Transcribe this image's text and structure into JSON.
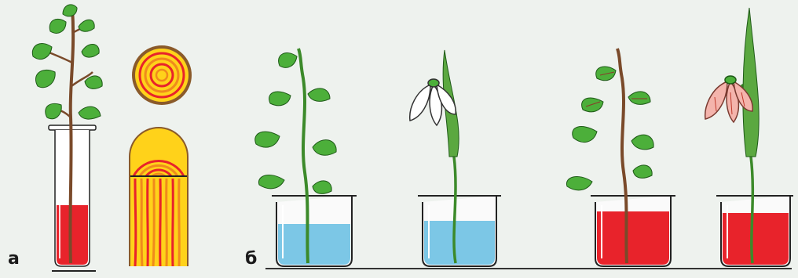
{
  "panels": {
    "a": {
      "label": "а"
    },
    "b": {
      "label": "б"
    }
  },
  "colors": {
    "background": "#eef2ee",
    "leaf_green": "#4caf3a",
    "stem_brown": "#7a4a2a",
    "water_blue": "#7cc7e6",
    "dye_red": "#e8232b",
    "wood_yellow": "#ffd21a",
    "ring_orange": "#f08a1c",
    "bark_brown": "#8a5a2a"
  },
  "figures": [
    {
      "panel": "a",
      "subject": "branch",
      "liquid": "red"
    },
    {
      "panel": "a",
      "subject": "stem-cross-section"
    },
    {
      "panel": "a",
      "subject": "stem-longitudinal-section"
    },
    {
      "panel": "b",
      "subject": "branch",
      "liquid": "blue"
    },
    {
      "panel": "b",
      "subject": "snowdrop",
      "liquid": "blue"
    },
    {
      "panel": "b",
      "subject": "branch",
      "liquid": "red"
    },
    {
      "panel": "b",
      "subject": "snowdrop",
      "liquid": "red"
    }
  ]
}
